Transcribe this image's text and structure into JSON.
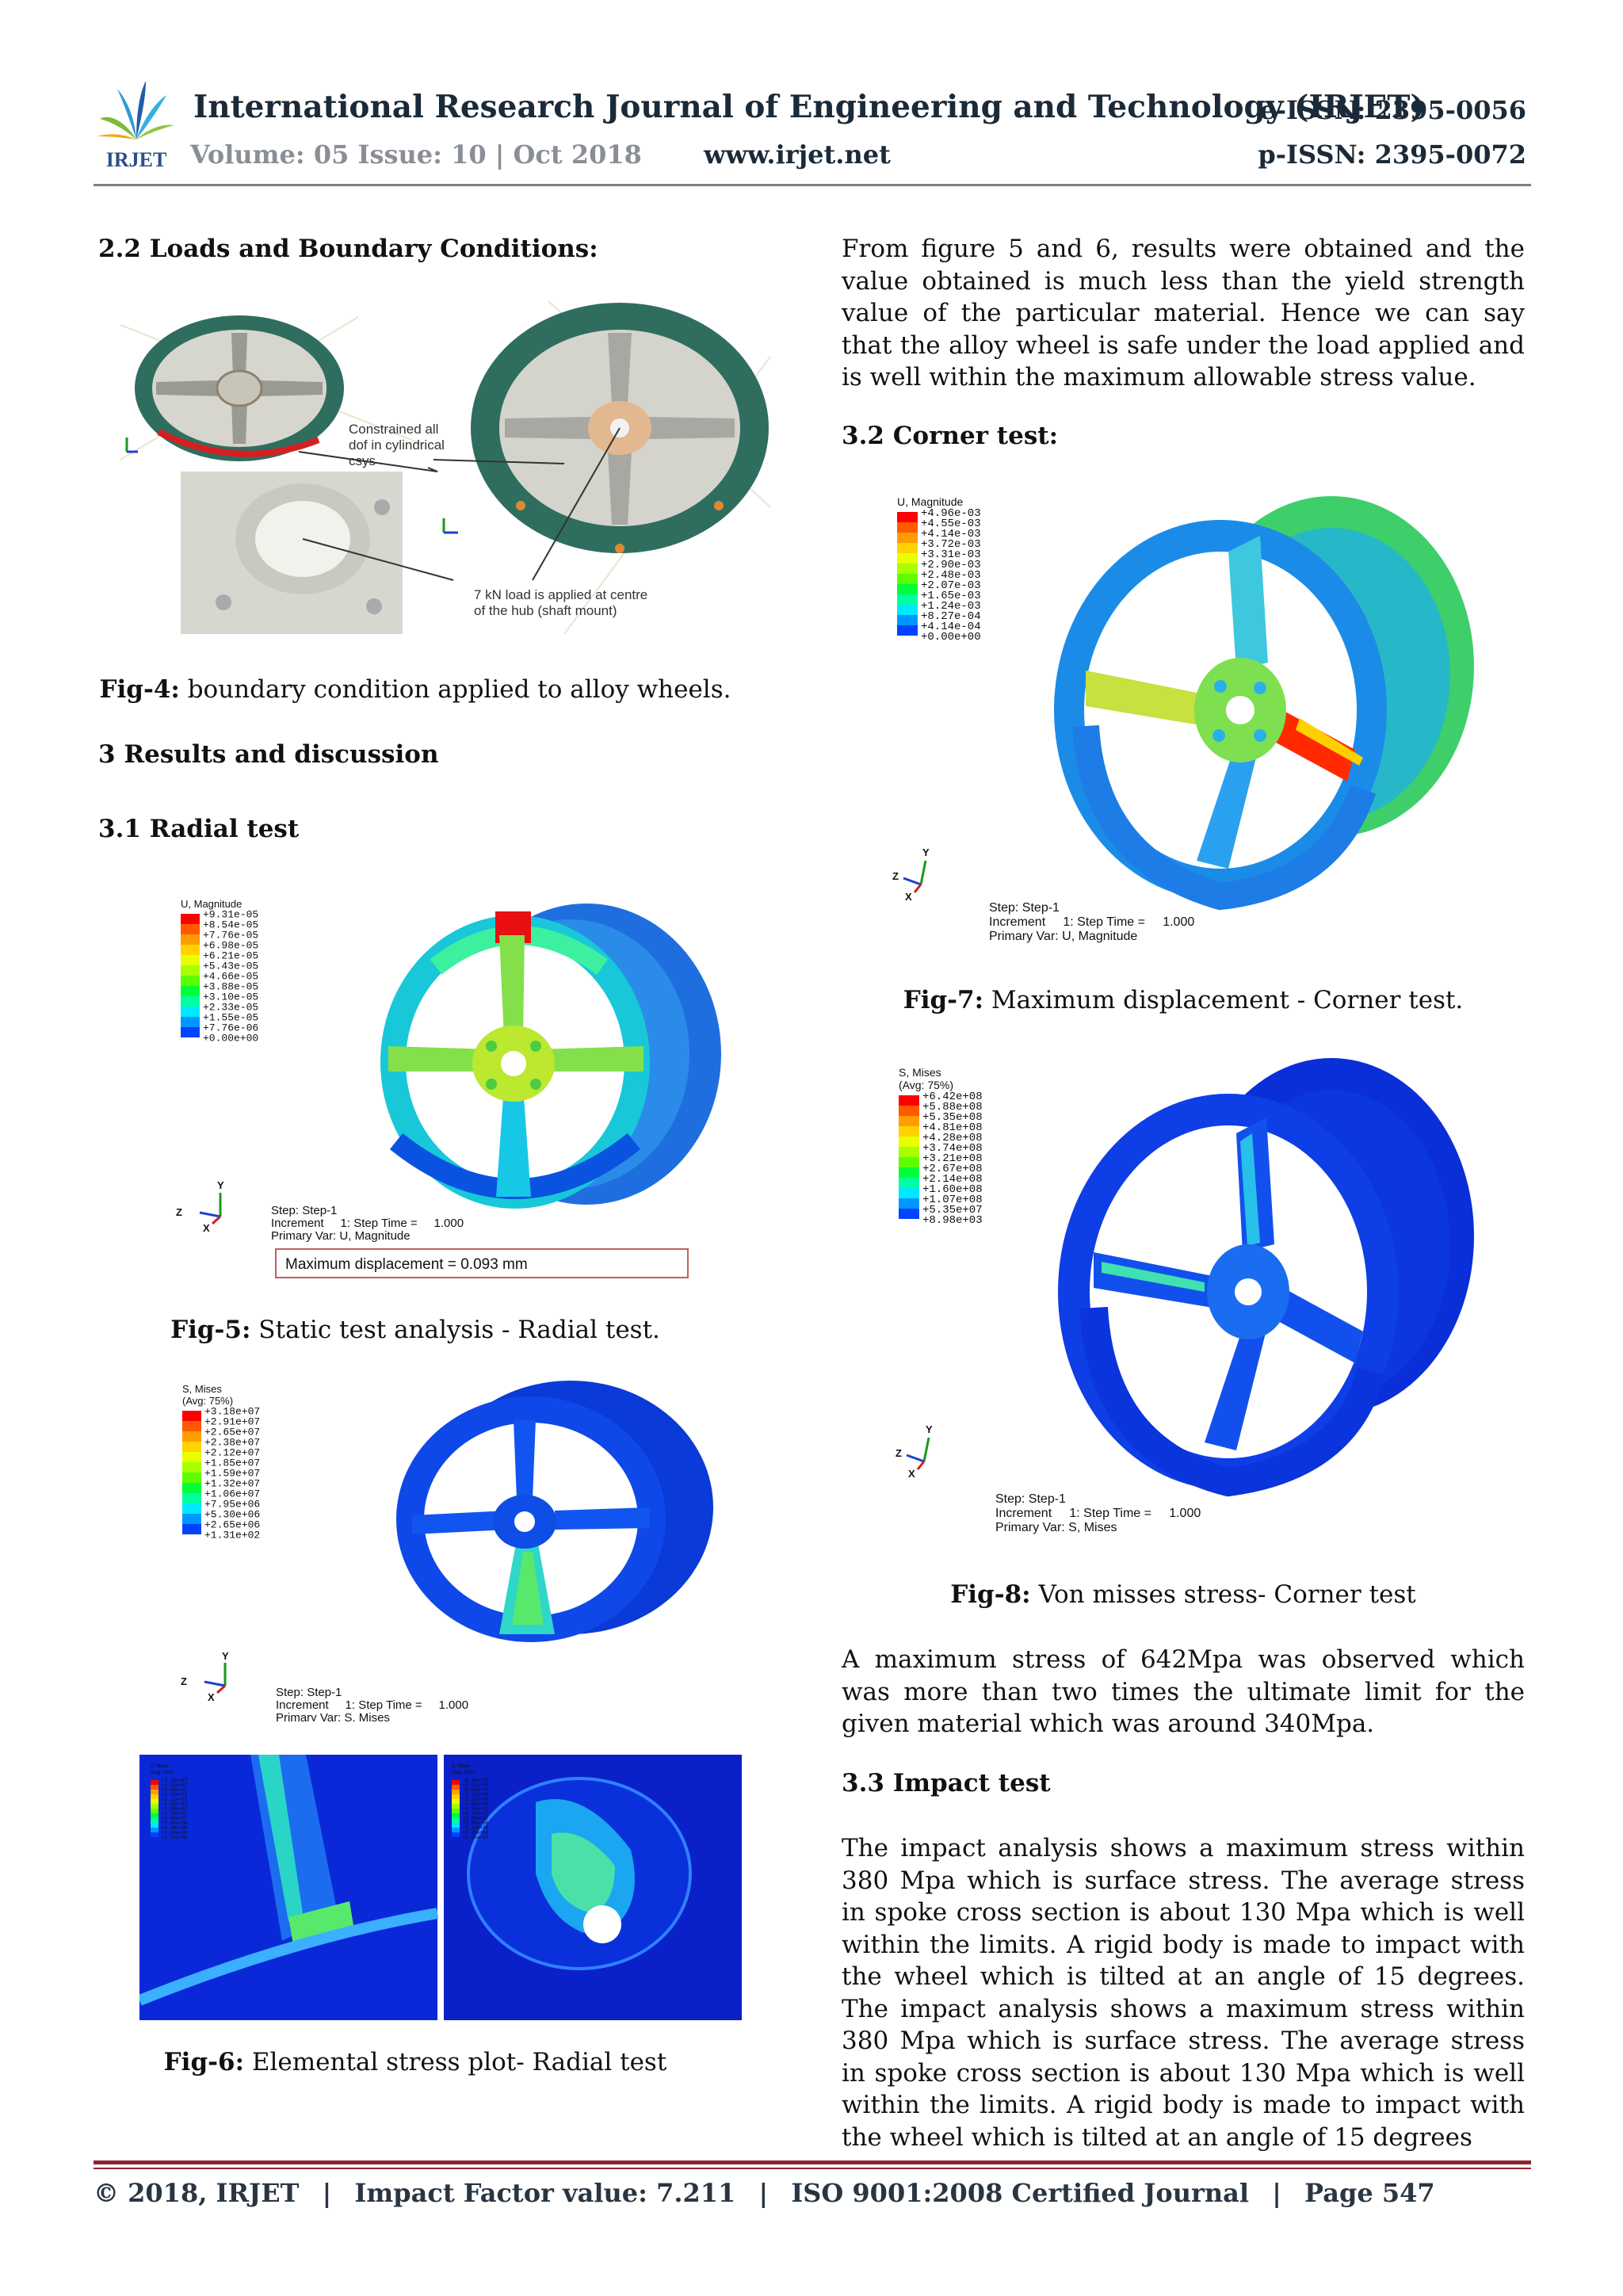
{
  "header": {
    "logo_text": "IRJET",
    "journal_title": "International Research Journal of Engineering and Technology (IRJET)",
    "eissn": "e-ISSN: 2395-0056",
    "volume": "Volume: 05 Issue: 10 | Oct 2018",
    "website": "www.irjet.net",
    "pissn": "p-ISSN: 2395-0072"
  },
  "left": {
    "section_22": "2.2 Loads and Boundary Conditions:",
    "fig4": {
      "annotation_constrained": [
        "Constrained all",
        "dof in cylindrical",
        "csys"
      ],
      "annotation_load": [
        "7 kN load is applied at centre",
        "of the hub (shaft mount)"
      ],
      "caption_label": "Fig-4:",
      "caption_text": " boundary condition applied to alloy wheels."
    },
    "section_3": "3 Results and discussion",
    "section_31": "3.1 Radial test",
    "fig5": {
      "legend_title": [
        "U, Magnitude"
      ],
      "legend_values": [
        "+9.31e-05",
        "+8.54e-05",
        "+7.76e-05",
        "+6.98e-05",
        "+6.21e-05",
        "+5.43e-05",
        "+4.66e-05",
        "+3.88e-05",
        "+3.10e-05",
        "+2.33e-05",
        "+1.55e-05",
        "+7.76e-06",
        "+0.00e+00"
      ],
      "step_info": [
        "Step: Step-1",
        "Increment     1: Step Time =     1.000",
        "Primary Var: U, Magnitude"
      ],
      "max_box": "Maximum displacement = 0.093 mm",
      "caption_label": "Fig-5:",
      "caption_text": " Static test analysis - Radial test."
    },
    "fig6": {
      "legend_title": [
        "S, Mises",
        "(Avg: 75%)"
      ],
      "legend_values": [
        "+3.18e+07",
        "+2.91e+07",
        "+2.65e+07",
        "+2.38e+07",
        "+2.12e+07",
        "+1.85e+07",
        "+1.59e+07",
        "+1.32e+07",
        "+1.06e+07",
        "+7.95e+06",
        "+5.30e+06",
        "+2.65e+06",
        "+1.31e+02"
      ],
      "step_info": [
        "Step: Step-1",
        "Increment     1: Step Time =     1.000",
        "Primary Var: S, Mises"
      ],
      "caption_label": "Fig-6:",
      "caption_text": " Elemental stress plot- Radial test"
    }
  },
  "right": {
    "para1": "From figure 5 and 6, results were obtained and the value obtained is much less than the yield strength value of the particular material. Hence we can say that the alloy wheel is safe under the load applied and is well within the maximum allowable stress value.",
    "section_32": "3.2 Corner test:",
    "fig7": {
      "legend_title": [
        "U, Magnitude"
      ],
      "legend_values": [
        "+4.96e-03",
        "+4.55e-03",
        "+4.14e-03",
        "+3.72e-03",
        "+3.31e-03",
        "+2.90e-03",
        "+2.48e-03",
        "+2.07e-03",
        "+1.65e-03",
        "+1.24e-03",
        "+8.27e-04",
        "+4.14e-04",
        "+0.00e+00"
      ],
      "step_info": [
        "Step: Step-1",
        "Increment     1: Step Time =     1.000",
        "Primary Var: U, Magnitude"
      ],
      "caption_label": "Fig-7:",
      "caption_text": " Maximum displacement - Corner test."
    },
    "fig8": {
      "legend_title": [
        "S, Mises",
        "(Avg: 75%)"
      ],
      "legend_values": [
        "+6.42e+08",
        "+5.88e+08",
        "+5.35e+08",
        "+4.81e+08",
        "+4.28e+08",
        "+3.74e+08",
        "+3.21e+08",
        "+2.67e+08",
        "+2.14e+08",
        "+1.60e+08",
        "+1.07e+08",
        "+5.35e+07",
        "+8.98e+03"
      ],
      "step_info": [
        "Step: Step-1",
        "Increment     1: Step Time =     1.000",
        "Primary Var: S, Mises"
      ],
      "caption_label": "Fig-8:",
      "caption_text": " Von misses stress- Corner test"
    },
    "para2": "A maximum stress of 642Mpa was observed which was more than two times the ultimate limit for the given material which was around 340Mpa.",
    "section_33": "3.3 Impact test",
    "para3": "The impact analysis shows a maximum stress within 380 Mpa which is surface stress. The average stress in spoke cross section is about 130 Mpa which is well within the limits.  A rigid body is made to impact with the wheel which is tilted at an angle of 15 degrees. The impact analysis shows a maximum stress within 380 Mpa which is surface stress. The average stress in spoke cross section is about 130 Mpa which is well within the limits.  A rigid body is made to impact with the wheel which is tilted at an angle of 15 degrees"
  },
  "axes": {
    "y": "Y",
    "z": "Z",
    "x": "X"
  },
  "footer": {
    "copyright": "© 2018, IRJET",
    "impact": "Impact Factor value: 7.211",
    "iso": "ISO 9001:2008 Certified Journal",
    "page": "Page 547",
    "separator": "|"
  },
  "colors": {
    "contour": [
      "#ff0000",
      "#ff5a00",
      "#ff9c00",
      "#ffd200",
      "#e8ff00",
      "#a8ff00",
      "#5cff00",
      "#00ff38",
      "#00ffa0",
      "#00e8ff",
      "#0096ff",
      "#0042ff",
      "#0000ff"
    ],
    "title_dark": "#1b2a38",
    "footer_red": "#8e2431",
    "wheel_green": "#2f6e5f"
  }
}
